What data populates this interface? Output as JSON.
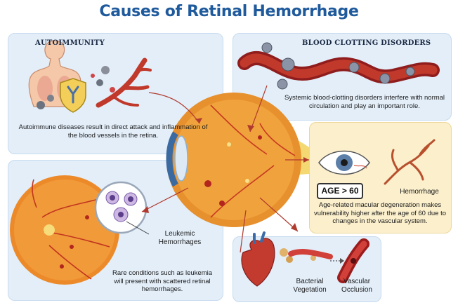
{
  "title": "Causes of Retinal Hemorrhage",
  "autoimmunity": {
    "heading": "AUTOIMMUNITY",
    "caption": "Autoimmune diseases result in direct attack and inflammation of the blood vessels in the retina."
  },
  "blood_clotting": {
    "heading": "BLOOD CLOTTING DISORDERS",
    "caption": "Systemic blood-clotting disorders interfere with normal circulation and play an important role."
  },
  "age": {
    "badge": "AGE > 60",
    "hemorrhage_label": "Hemorrhage",
    "caption": "Age-related macular degeneration makes vulnerability higher after the age of 60 due to changes in the vascular system."
  },
  "leukemia": {
    "label": "Leukemic Hemorrhages",
    "caption": "Rare conditions such as leukemia will present with scattered retinal hemorrhages."
  },
  "cardiac": {
    "bacterial_label": "Bacterial Vegetation",
    "vascular_label": "Vascular Occlusion"
  },
  "colors": {
    "title": "#1f5a9c",
    "blue_panel": "#e3eef9",
    "yellow_panel": "#fbefcc",
    "connector": "#b03a2e"
  }
}
